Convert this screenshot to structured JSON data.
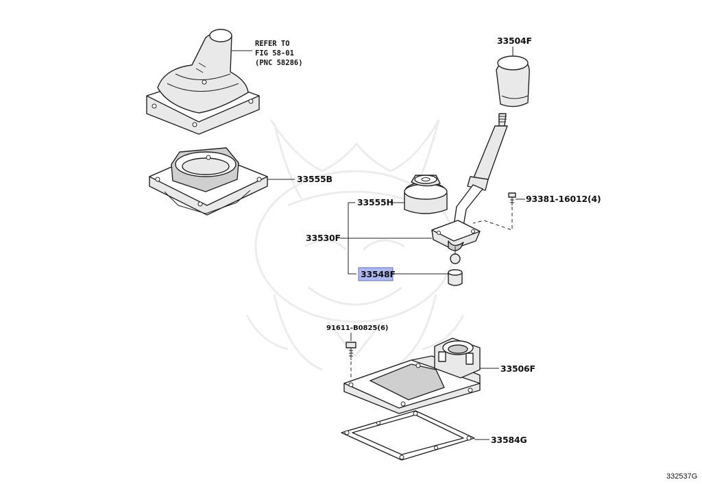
{
  "diagram": {
    "refer_note": [
      "REFER TO",
      "FIG 58-01",
      "(PNC 58286)"
    ],
    "parts": {
      "knob": "33504F",
      "boot_retainer": "33555B",
      "bolt_upper": "93381-16012(4)",
      "cap": "33555H",
      "lever_sub_assy": "33530F",
      "bushing": "33548F",
      "bolt_lower": "91611-B0825(6)",
      "housing": "33506F",
      "gasket": "33584G"
    },
    "highlighted_part": "33548F",
    "figure_code": "332537G"
  },
  "colors": {
    "highlight": "#aeb9f0",
    "line": "#222222"
  }
}
